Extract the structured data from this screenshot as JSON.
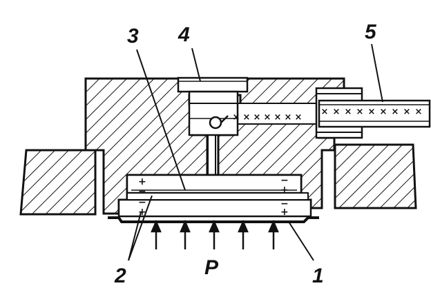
{
  "labels": {
    "l1": "1",
    "l2": "2",
    "l3": "3",
    "l4": "4",
    "l5": "5",
    "pressure": "P"
  },
  "charge": {
    "plus": "+",
    "minus": "−"
  },
  "wire_mark": "×",
  "colors": {
    "ink": "#111111",
    "paper": "#ffffff"
  }
}
